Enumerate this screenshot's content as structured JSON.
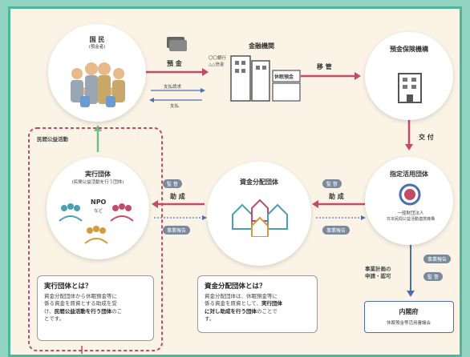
{
  "citizens": {
    "title": "国 民",
    "subtitle": "(預金者)",
    "deposit": "預 金",
    "payment_request": "支払請求",
    "payment": "支払",
    "private_activity": "民間公益活動"
  },
  "financial": {
    "title": "金融機関",
    "bank1": "〇〇銀行",
    "bank2": "△△信金",
    "dormant": "休眠預金",
    "transfer": "移 管"
  },
  "insurance": {
    "title": "預金保険機構",
    "grant": "交 付"
  },
  "designated": {
    "title": "指定活用団体",
    "org_line1": "一般財団法人",
    "org_line2": "日本民間公益活動連携機構",
    "logo": "JANPIA",
    "grant": "助 成",
    "supervise": "監 督",
    "report": "事業報告"
  },
  "distribution": {
    "title": "資金分配団体",
    "grant": "助 成",
    "supervise": "監 督",
    "report": "事業報告"
  },
  "executing": {
    "title": "実行団体",
    "subtitle": "(民間公益活動を行う団体)",
    "npo": "NPO",
    "etc": "など"
  },
  "cabinet": {
    "title": "内閣府",
    "subtitle": "休眠預金等活用審議会",
    "plan": "事業計画の",
    "apply": "申請・認可",
    "report": "事業報告",
    "supervise": "監 督"
  },
  "callout_exec": {
    "heading": "実行団体とは？",
    "body1": "資金分配団体から休眠預金等に",
    "body2": "係る資金を原資とする助成を受",
    "body3": "け、",
    "body3_em": "民間公益活動を行う団体",
    "body4": "のこ",
    "body5": "とです。"
  },
  "callout_dist": {
    "heading": "資金分配団体とは？",
    "body1": "資金分配団体は、休眠預金等に",
    "body2": "係る資金を原資として、",
    "body2_em": "実行団体",
    "body3_em": "に対し助成を行う団体",
    "body4": "のことで",
    "body5": "す。"
  },
  "colors": {
    "frame": "#4fb89a",
    "arrow_red": "#c14b68",
    "arrow_green": "#6cc18a",
    "arrow_blue": "#4a6fb0",
    "badge_gray": "#7a8a9a"
  }
}
